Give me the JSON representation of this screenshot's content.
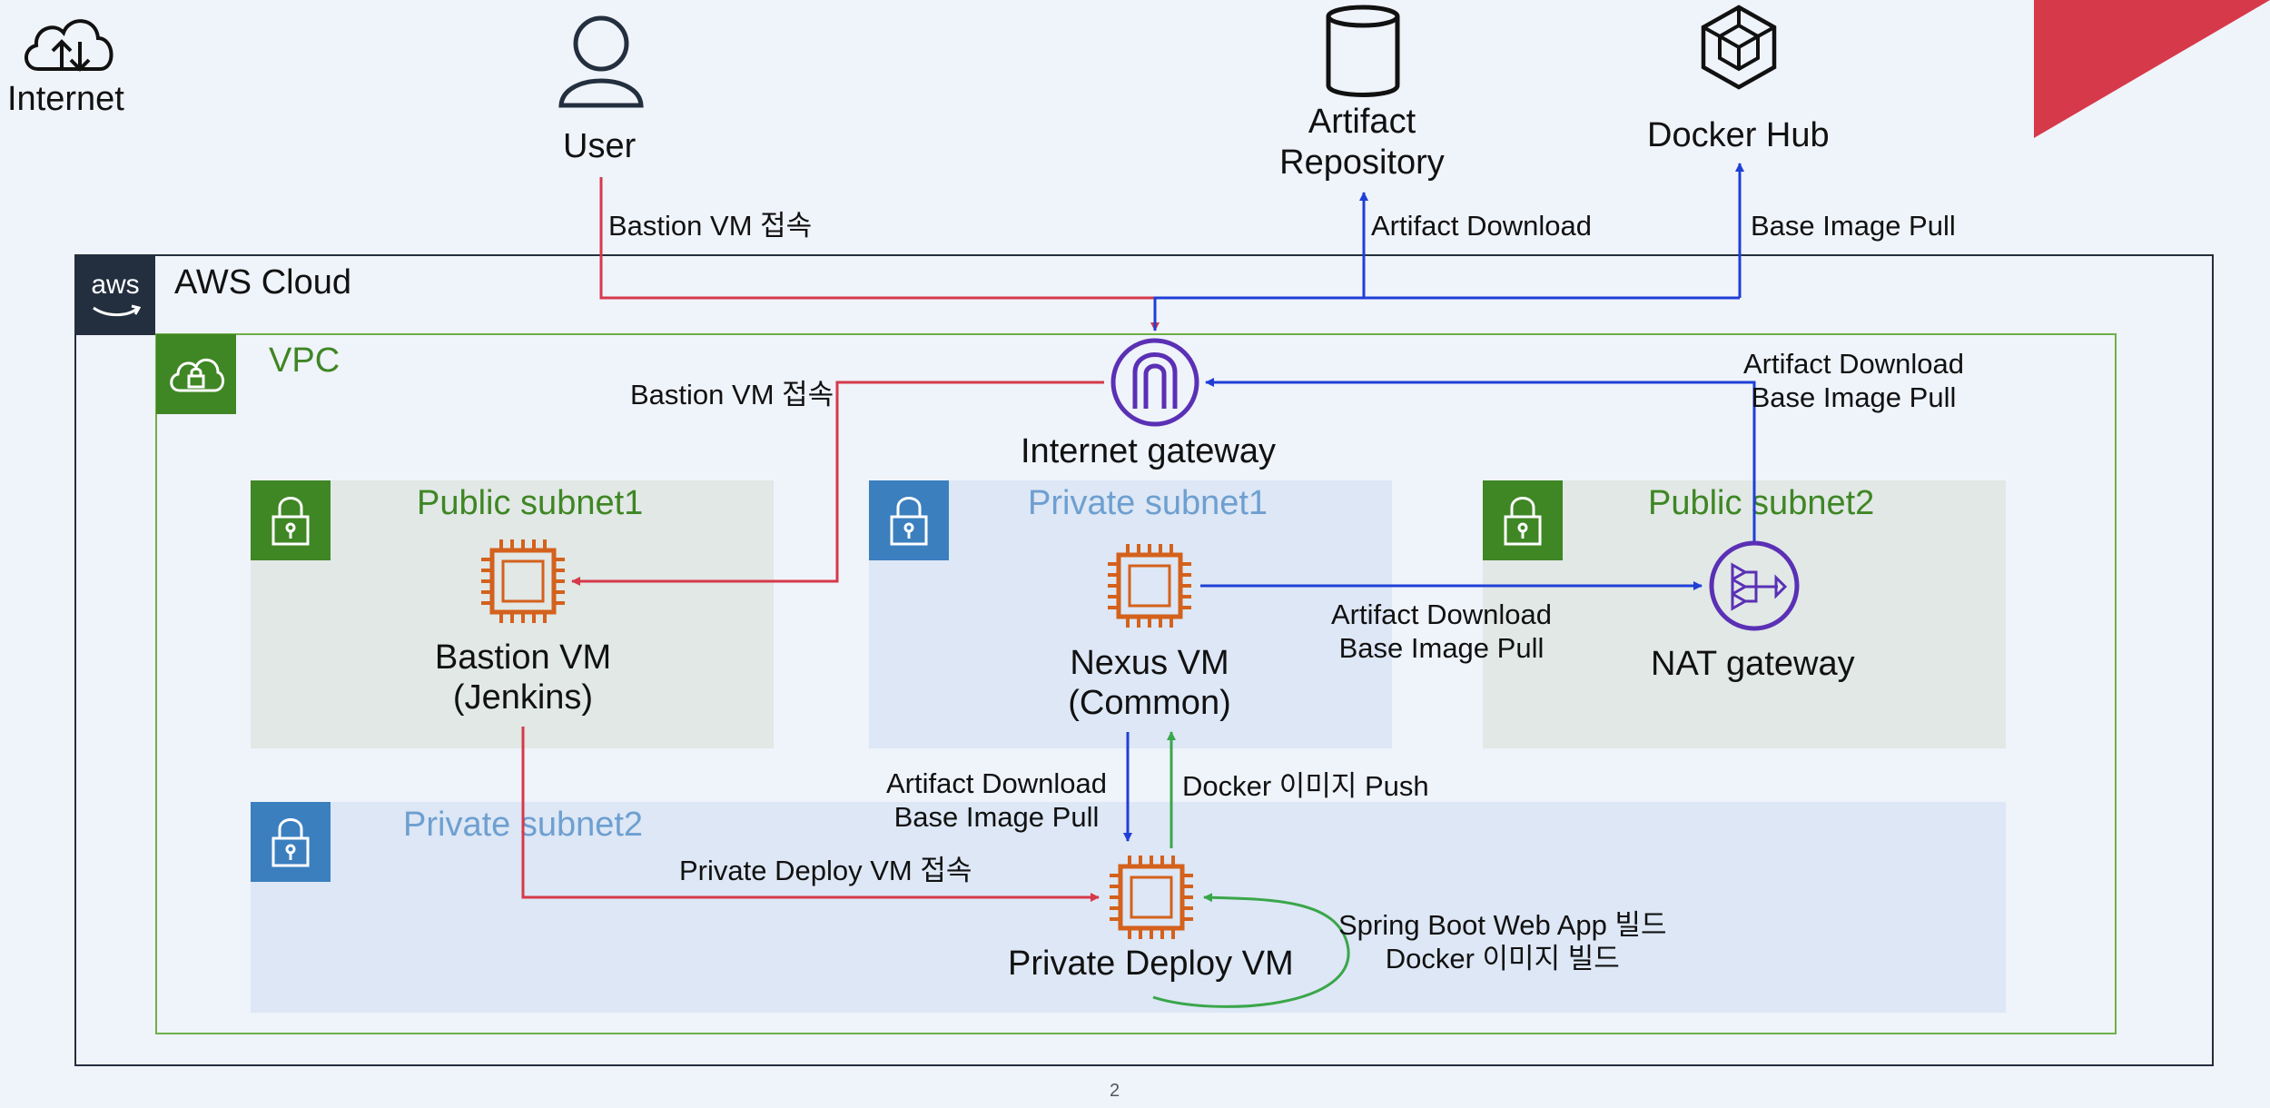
{
  "internet_label": "Internet",
  "user_label": "User",
  "artifact_repo_label_line1": "Artifact",
  "artifact_repo_label_line2": "Repository",
  "docker_hub_label": "Docker Hub",
  "aws_badge": "aws",
  "aws_cloud_label": "AWS Cloud",
  "vpc_label": "VPC",
  "igw_label": "Internet gateway",
  "public_subnet1": "Public subnet1",
  "private_subnet1": "Private subnet1",
  "public_subnet2": "Public subnet2",
  "private_subnet2": "Private subnet2",
  "bastion_line1": "Bastion VM",
  "bastion_line2": "(Jenkins)",
  "nexus_line1": "Nexus VM",
  "nexus_line2": "(Common)",
  "nat_label": "NAT gateway",
  "deploy_label": "Private Deploy VM",
  "edge_user_bastion": "Bastion VM 접속",
  "edge_igw_bastion": "Bastion VM 접속",
  "edge_artifact_download_top": "Artifact Download",
  "edge_base_image_pull_top": "Base Image Pull",
  "edge_nat_igw_line1": "Artifact Download",
  "edge_nat_igw_line2": "Base Image Pull",
  "edge_nexus_nat_line1": "Artifact Download",
  "edge_nexus_nat_line2": "Base Image Pull",
  "edge_nexus_deploy_line1": "Artifact Download",
  "edge_nexus_deploy_line2": "Base Image Pull",
  "edge_docker_push": "Docker 이미지 Push",
  "edge_private_deploy_access": "Private Deploy VM 접속",
  "edge_build_line1": "Spring Boot Web App 빌드",
  "edge_build_line2": "Docker 이미지 빌드",
  "page_number": "2",
  "colors": {
    "red": "#d6394a",
    "blue": "#1f3fd6",
    "green": "#3aa64a",
    "purple": "#5a30b5",
    "orange": "#d4611c",
    "dark": "#232f3e"
  }
}
